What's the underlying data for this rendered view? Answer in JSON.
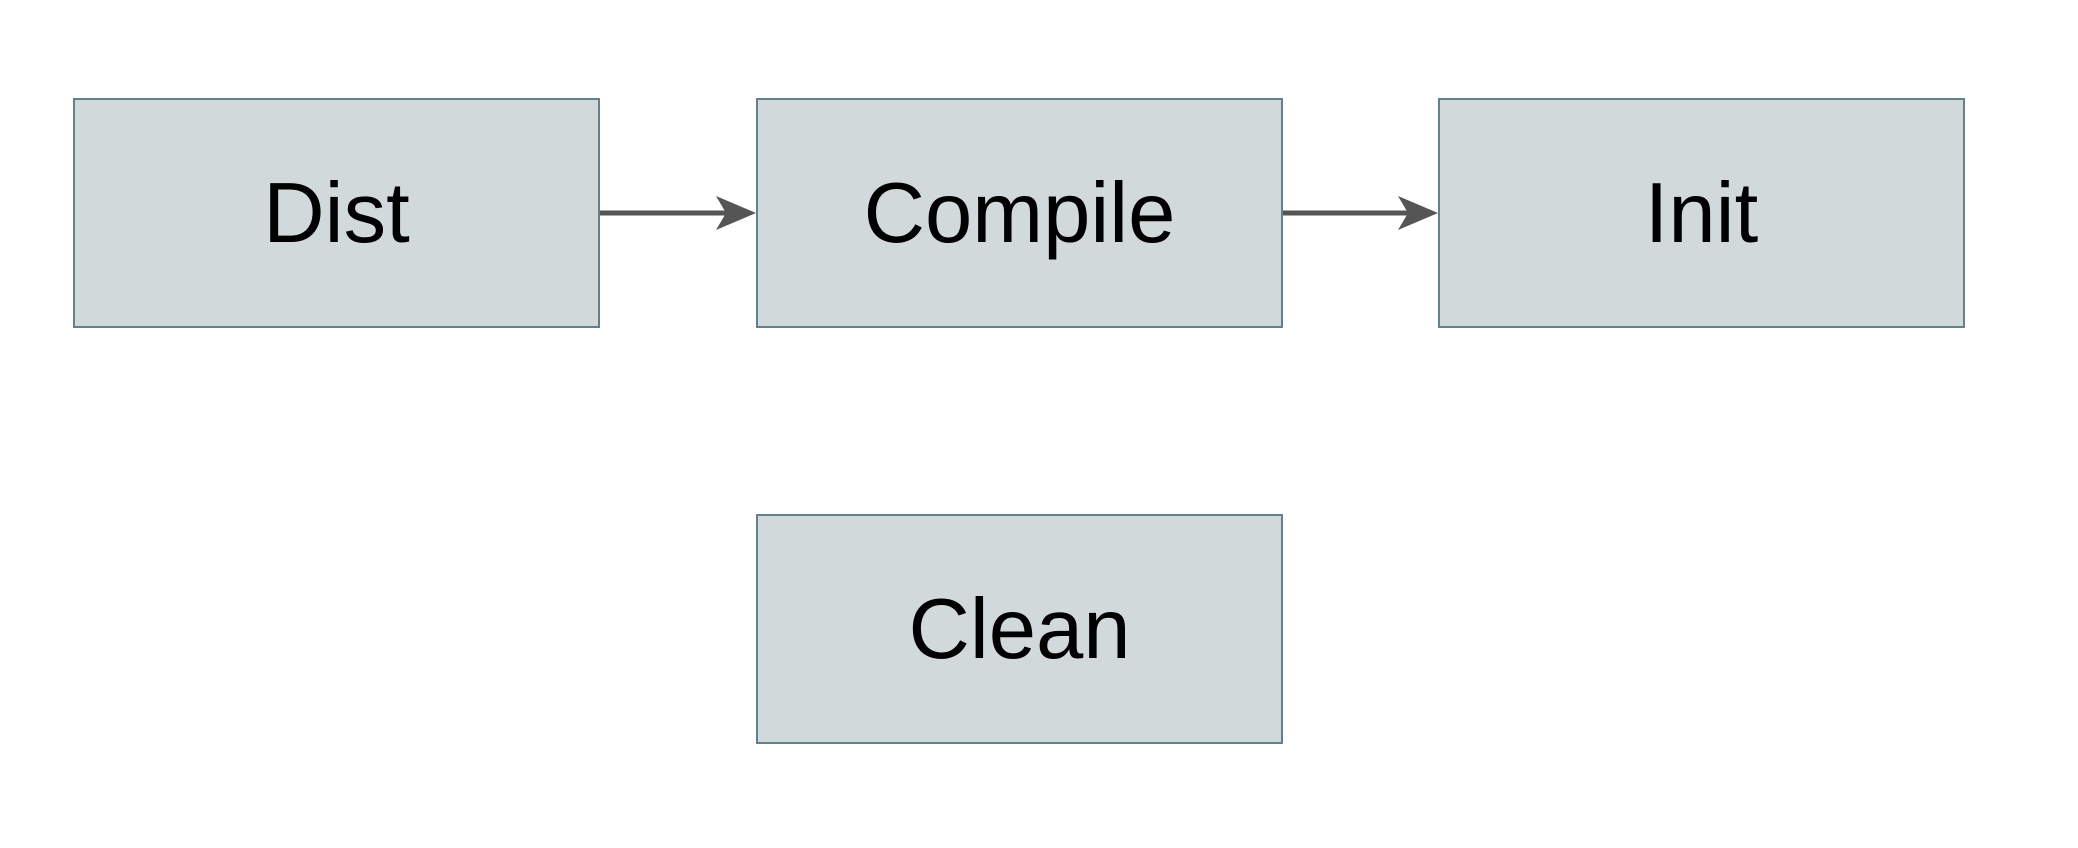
{
  "diagram": {
    "type": "flowchart",
    "colors": {
      "canvas_bg": "#ffffff",
      "box_fill": "#d1d9db",
      "box_border": "#64808c",
      "arrow_color": "#555555",
      "text_color": "#000000"
    },
    "nodes": [
      {
        "id": "dist",
        "label": "Dist"
      },
      {
        "id": "compile",
        "label": "Compile"
      },
      {
        "id": "init",
        "label": "Init"
      },
      {
        "id": "clean",
        "label": "Clean"
      }
    ],
    "edges": [
      {
        "from": "dist",
        "to": "compile",
        "style": "solid-arrow"
      },
      {
        "from": "compile",
        "to": "init",
        "style": "solid-arrow"
      }
    ]
  }
}
